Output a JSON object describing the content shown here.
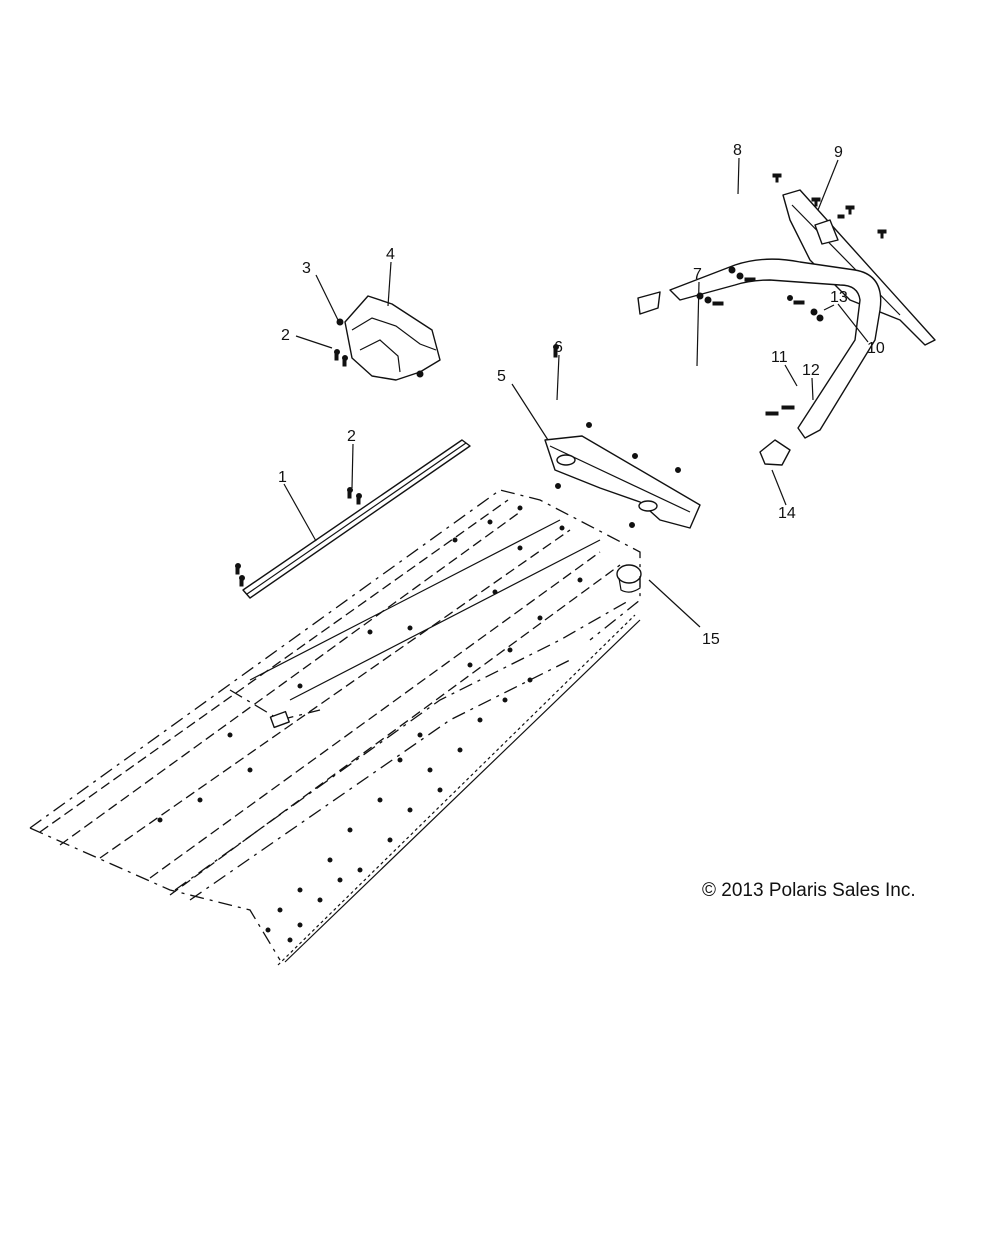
{
  "callouts": [
    {
      "id": "c1",
      "label": "1"
    },
    {
      "id": "c2a",
      "label": "2"
    },
    {
      "id": "c2b",
      "label": "2"
    },
    {
      "id": "c3",
      "label": "3"
    },
    {
      "id": "c4",
      "label": "4"
    },
    {
      "id": "c5",
      "label": "5"
    },
    {
      "id": "c6",
      "label": "6"
    },
    {
      "id": "c7",
      "label": "7"
    },
    {
      "id": "c8",
      "label": "8"
    },
    {
      "id": "c9",
      "label": "9"
    },
    {
      "id": "c10",
      "label": "10"
    },
    {
      "id": "c11",
      "label": "11"
    },
    {
      "id": "c12",
      "label": "12"
    },
    {
      "id": "c13",
      "label": "13"
    },
    {
      "id": "c14",
      "label": "14"
    },
    {
      "id": "c15",
      "label": "15"
    }
  ],
  "copyright": "© 2013 Polaris Sales Inc."
}
